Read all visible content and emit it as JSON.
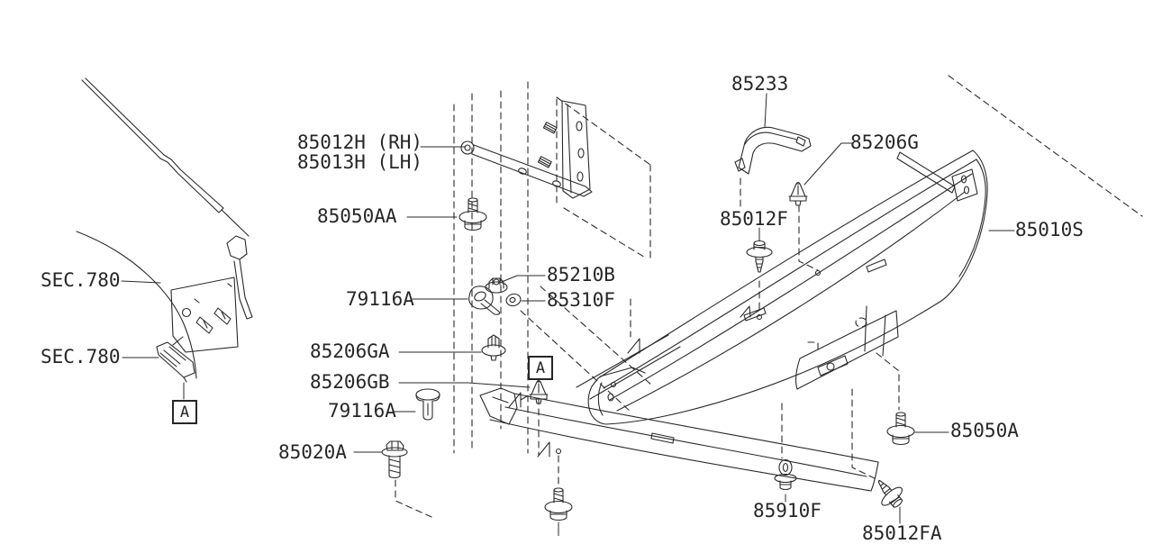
{
  "diagram": {
    "kind": "exploded parts line-art diagram (rear bumper)",
    "background": "#ffffff",
    "line_color": "#2a2a2a",
    "text_color": "#262626"
  },
  "labels": [
    {
      "id": "85012H-RH",
      "text": "85012H (RH)"
    },
    {
      "id": "85013H-LH",
      "text": "85013H (LH)"
    },
    {
      "id": "85050AA",
      "text": "85050AA"
    },
    {
      "id": "SEC780-upper",
      "text": "SEC.780"
    },
    {
      "id": "SEC780-lower",
      "text": "SEC.780"
    },
    {
      "id": "85233",
      "text": "85233"
    },
    {
      "id": "85206G",
      "text": "85206G"
    },
    {
      "id": "85012F",
      "text": "85012F"
    },
    {
      "id": "85010S",
      "text": "85010S"
    },
    {
      "id": "85210B",
      "text": "85210B"
    },
    {
      "id": "79116A-upper",
      "text": "79116A"
    },
    {
      "id": "85310F",
      "text": "85310F"
    },
    {
      "id": "85206GA",
      "text": "85206GA"
    },
    {
      "id": "85206GB",
      "text": "85206GB"
    },
    {
      "id": "79116A-lower",
      "text": "79116A"
    },
    {
      "id": "85020A",
      "text": "85020A"
    },
    {
      "id": "85050A",
      "text": "85050A"
    },
    {
      "id": "85910F",
      "text": "85910F"
    },
    {
      "id": "85012FA",
      "text": "85012FA"
    }
  ],
  "callouts": [
    {
      "id": "view-a-left",
      "text": "A"
    },
    {
      "id": "view-a-mid",
      "text": "A"
    }
  ]
}
